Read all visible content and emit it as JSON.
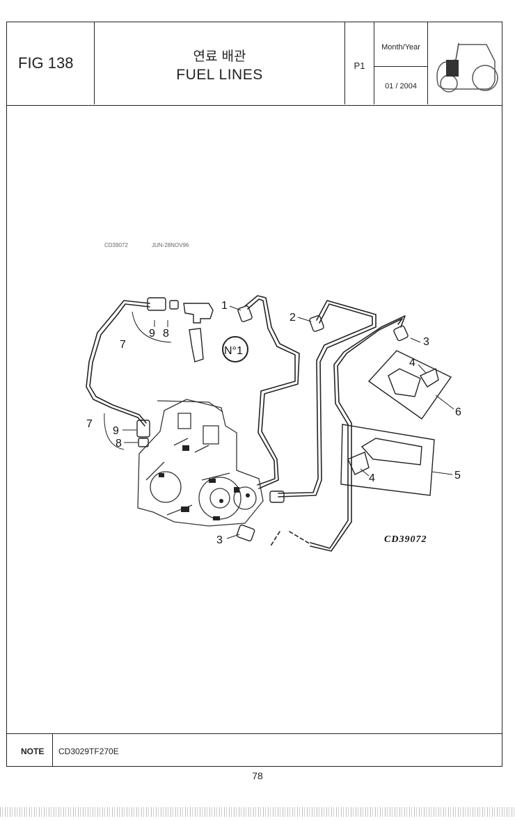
{
  "header": {
    "fig_label": "FIG 138",
    "title_ko": "연료 배관",
    "title_en": "FUEL LINES",
    "page_code": "P1",
    "date_label": "Month/Year",
    "date_value": "01 / 2004"
  },
  "icons": {
    "thumbnail": "tractor-icon"
  },
  "diagram": {
    "stamp_left": "CD39072",
    "stamp_right": "JUN-28NOV96",
    "code": "CD39072",
    "cylinder_label": "N°1",
    "callouts": [
      "1",
      "2",
      "3",
      "4",
      "5",
      "6",
      "7",
      "8",
      "9"
    ]
  },
  "footer": {
    "note_label": "NOTE",
    "note_value": "CD3029TF270E"
  },
  "page_number": "78"
}
